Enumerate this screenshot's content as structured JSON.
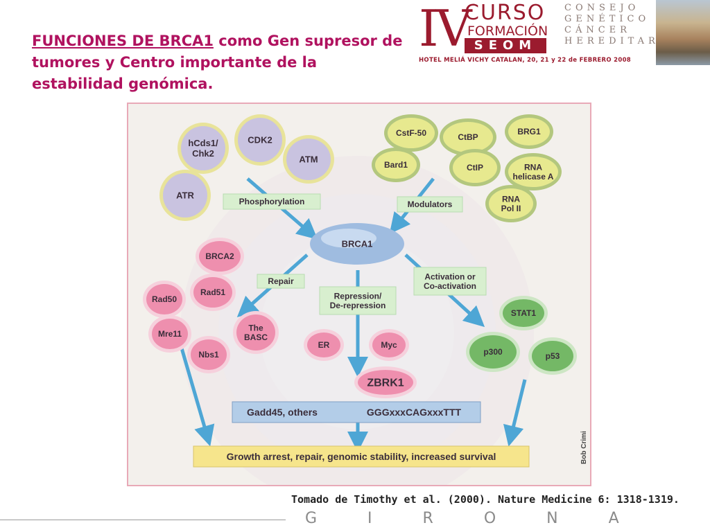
{
  "title": {
    "underlined": "FUNCIONES DE BRCA1",
    "rest": " como Gen supresor de tumores y Centro importante de la estabilidad genómica."
  },
  "logo": {
    "numeral": "IV",
    "curso": "CURSO",
    "formacion": "FORMACIÓN",
    "seom": "SEOM",
    "consejo_lines": [
      "CONSEJO",
      "GENÉTICO",
      "CÁNCER",
      "HEREDITARIO"
    ],
    "hotel": "HOTEL MELIÁ VICHY CATALAN, 20, 21 y 22 de FEBRERO 2008"
  },
  "diagram": {
    "center": "BRCA1",
    "phosphorylation_label": "Phosphorylation",
    "modulators_label": "Modulators",
    "repair_label": "Repair",
    "repression_label": [
      "Repression/",
      "De-repression"
    ],
    "activation_label": [
      "Activation or",
      "Co-activation"
    ],
    "kinases": [
      [
        "hCds1/",
        "Chk2"
      ],
      [
        "CDK2"
      ],
      [
        "ATM"
      ],
      [
        "ATR"
      ]
    ],
    "modulators": [
      [
        "CstF-50"
      ],
      [
        "CtBP"
      ],
      [
        "BRG1"
      ],
      [
        "Bard1"
      ],
      [
        "CtIP"
      ],
      [
        "RNA",
        "helicase A"
      ],
      [
        "RNA",
        "Pol II"
      ]
    ],
    "repair_proteins": [
      [
        "BRCA2"
      ],
      [
        "Rad51"
      ],
      [
        "Rad50"
      ],
      [
        "The",
        "BASC"
      ],
      [
        "Mre11"
      ],
      [
        "Nbs1"
      ]
    ],
    "repression_targets": [
      [
        "ER"
      ],
      [
        "Myc"
      ]
    ],
    "zbrk": "ZBRK1",
    "activation_targets": [
      [
        "STAT1"
      ],
      [
        "p300"
      ],
      [
        "p53"
      ]
    ],
    "gadd_left": "Gadd45, others",
    "gadd_right": "GGGxxxCAGxxxTTT",
    "outcome": "Growth arrest, repair, genomic stability, increased survival",
    "credit": "Bob Crimi"
  },
  "citation": "Tomado de Timothy et al. (2000). Nature Medicine 6: 1318-1319.",
  "footer": "GIRONA",
  "colors": {
    "title": "#b0125f",
    "kinase_fill": "#c9c3e0",
    "kinase_ring": "#e8e39a",
    "modulator_fill": "#e7e98f",
    "modulator_ring": "#b3c77e",
    "repair_fill": "#ee8fae",
    "repair_ring": "#f6d0dc",
    "activation_fill": "#74b866",
    "activation_ring": "#cde6c4",
    "arrow": "#3d9fd3",
    "label_box": "#d8efcf"
  }
}
